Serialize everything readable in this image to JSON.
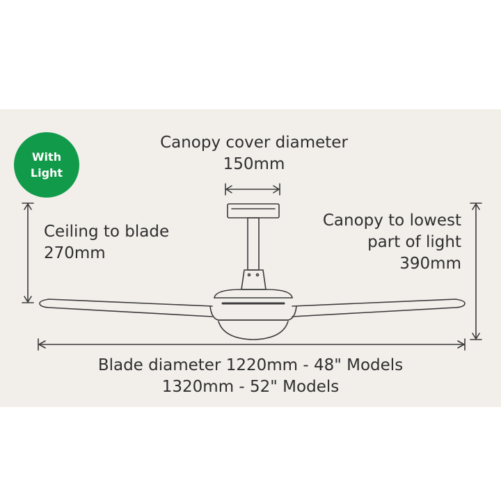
{
  "badge": {
    "line1": "With",
    "line2": "Light",
    "color": "#129a4b"
  },
  "labels": {
    "canopy_title": "Canopy cover diameter",
    "canopy_value": "150mm",
    "ceiling_title": "Ceiling to blade",
    "ceiling_value": "270mm",
    "light_line1": "Canopy to lowest",
    "light_line2": "part of light",
    "light_value": "390mm",
    "blade_line1": "Blade diameter 1220mm - 48\" Models",
    "blade_line2": "1320mm - 52\" Models"
  },
  "colors": {
    "panel": "#f2efeb",
    "line": "#3a3a3a",
    "text": "#2e2e2e"
  }
}
